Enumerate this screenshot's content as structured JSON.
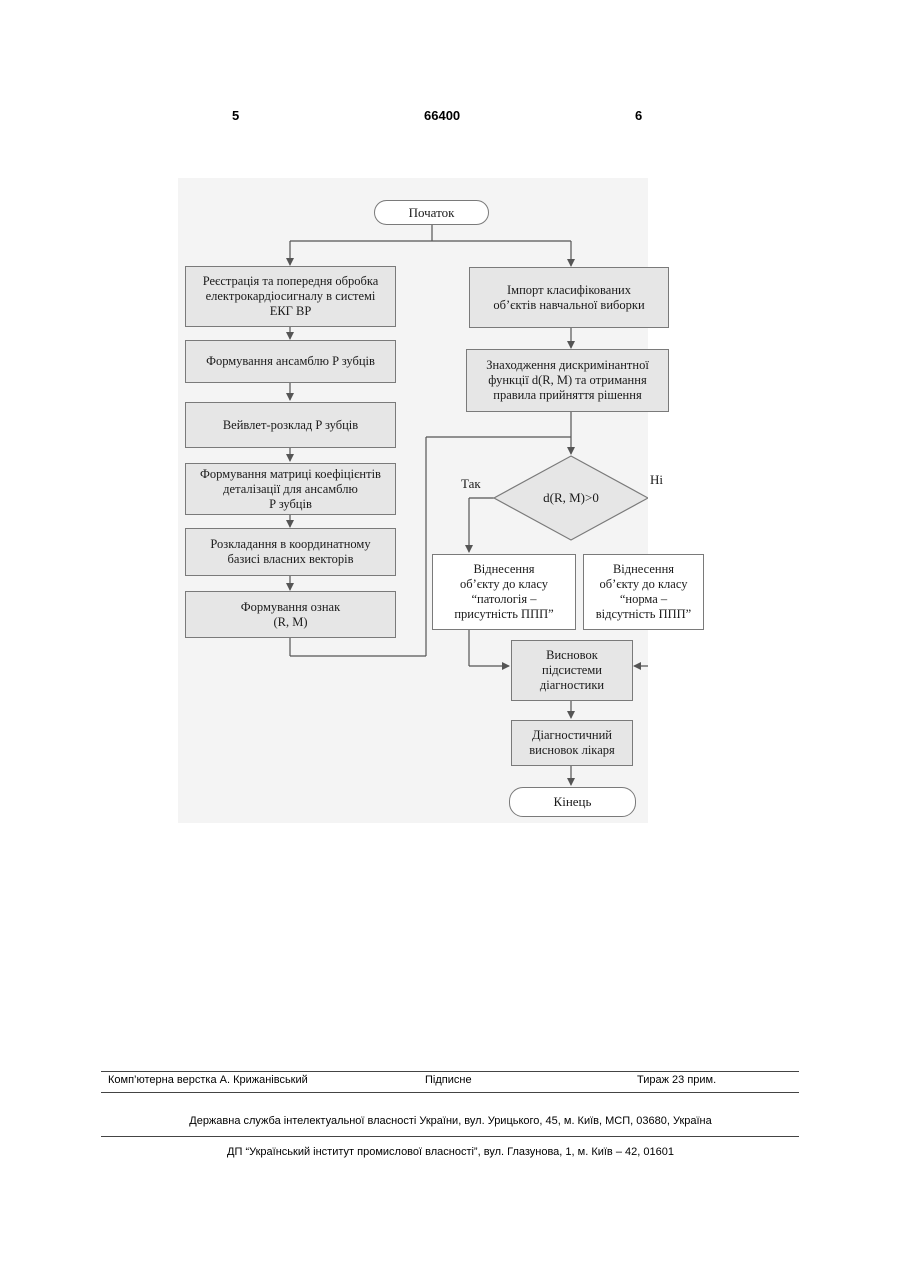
{
  "header": {
    "page_left": "5",
    "patent_number": "66400",
    "page_right": "6"
  },
  "flowchart": {
    "start": "Початок",
    "end": "Кінець",
    "left_column": [
      "Реєстрація та попередня обробка\nелектрокардіосигналу в системі\nЕКГ ВР",
      "Формування ансамблю P зубців",
      "Вейвлет-розклад P зубців",
      "Формування матриці коефіцієнтів\nдеталізації для ансамблю\nP зубців",
      "Розкладання в координатному\nбазисі власних векторів",
      "Формування ознак\n(R, M)"
    ],
    "right_column": [
      "Імпорт класифікованих\nоб’єктів навчальної виборки",
      "Знаходження дискримінантної\nфункції d(R, M) та отримання\nправила прийняття рішення"
    ],
    "decision": "d(R, M)>0",
    "yes_label": "Так",
    "no_label": "Ні",
    "yes_branch": "Віднесення\nоб’єкту до класу\n“патологія –\nприсутність ППП”",
    "no_branch": "Віднесення\nоб’єкту до класу\n“норма –\nвідсутність ППП”",
    "conclusion": "Висновок\nпідсистеми\nдіагностики",
    "doctor": "Діагностичний\nвисновок лікаря"
  },
  "footer": {
    "layout_by": "Комп’ютерна верстка А. Крижанівський",
    "signed": "Підписне",
    "circulation": "Тираж 23 прим.",
    "agency": "Державна служба інтелектуальної власності України, вул. Урицького, 45, м. Київ, МСП, 03680, Україна",
    "institute": "ДП “Український інститут промислової власності”, вул. Глазунова, 1, м. Київ – 42, 01601"
  }
}
